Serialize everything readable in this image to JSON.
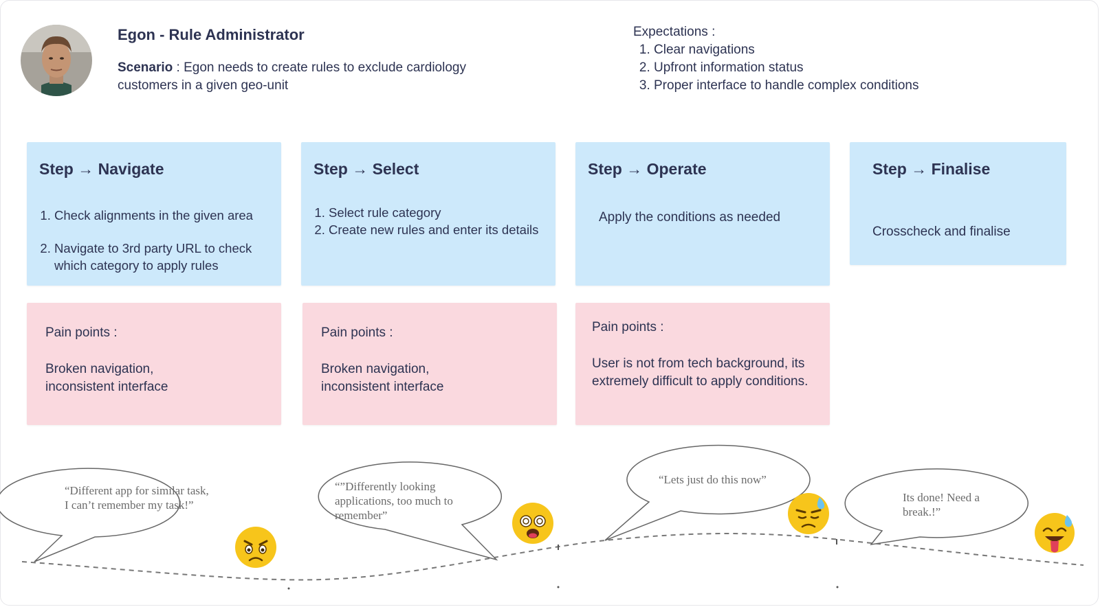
{
  "persona": {
    "name": "Egon - Rule Administrator",
    "scenario_label": "Scenario",
    "scenario_text": " : Egon needs to create rules to exclude cardiology customers in a given geo-unit"
  },
  "expectations": {
    "title": "Expectations :",
    "items": [
      "Clear navigations",
      "Upfront information status",
      "Proper interface to handle complex conditions"
    ]
  },
  "steps": [
    {
      "title": "Step → Navigate",
      "items": [
        "Check alignments in the given area",
        "Navigate to 3rd party URL to check which category to apply rules"
      ]
    },
    {
      "title": "Step → Select",
      "items": [
        "Select rule category",
        "Create new rules and enter its details"
      ]
    },
    {
      "title": "Step → Operate",
      "text": "Apply the conditions as needed"
    },
    {
      "title": "Step → Finalise",
      "text": "Crosscheck and finalise"
    }
  ],
  "pain_points": [
    {
      "label": "Pain points :",
      "text": "Broken navigation, inconsistent interface"
    },
    {
      "label": "Pain points :",
      "text": "Broken navigation, inconsistent interface"
    },
    {
      "label": "Pain points :",
      "text": "User is not from tech background, its extremely difficult to apply conditions."
    }
  ],
  "quotes": [
    {
      "text": "“Different app for similar task, I can’t remember my task!”",
      "emoji": "angry-face-icon"
    },
    {
      "text": "“”Differently looking applications, too much to remember”",
      "emoji": "dizzy-face-icon"
    },
    {
      "text": "“Lets just do this now”",
      "emoji": "sad-sweat-face-icon"
    },
    {
      "text": "Its done! Need a break.!”",
      "emoji": "happy-sweat-face-icon"
    }
  ],
  "colors": {
    "step_bg": "#cde9fb",
    "pain_bg": "#fad9df",
    "text": "#2d3352",
    "emoji_yellow": "#f7c51b"
  }
}
